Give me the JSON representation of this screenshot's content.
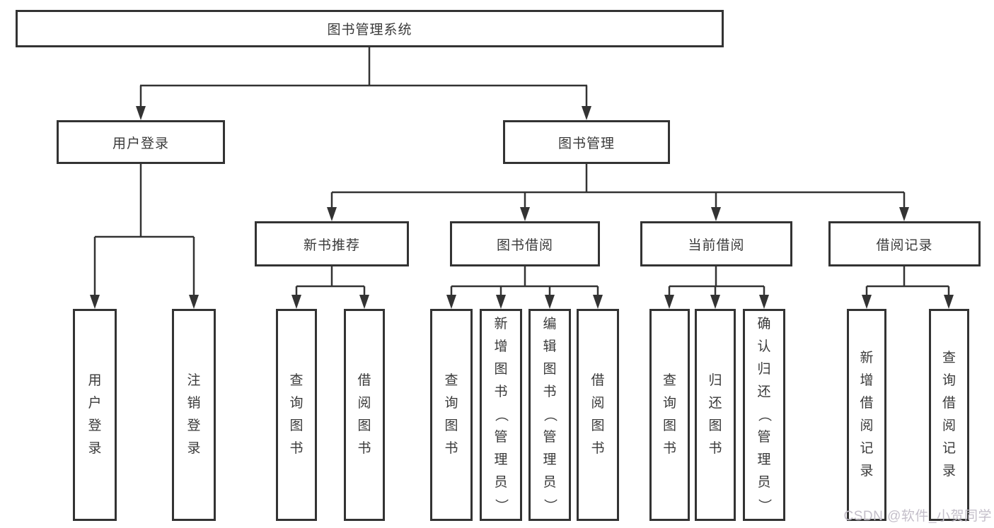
{
  "diagram": {
    "root": "图书管理系统",
    "branches": [
      "用户登录",
      "图书管理"
    ],
    "modules": [
      "新书推荐",
      "图书借阅",
      "当前借阅",
      "借阅记录"
    ],
    "leaves": [
      "用户登录",
      "注销登录",
      "查询图书",
      "借阅图书",
      "查询图书",
      "新增图书（管理员）",
      "编辑图书（管理员）",
      "借阅图书",
      "查询图书",
      "归还图书",
      "确认归还（管理员）",
      "新增借阅记录",
      "查询借阅记录"
    ]
  },
  "watermark": "CSDN @软件_小贺同学",
  "colors": {
    "line": "#333333",
    "text": "#3a3a3a",
    "watermark": "#c4bfca",
    "background": "#ffffff"
  }
}
